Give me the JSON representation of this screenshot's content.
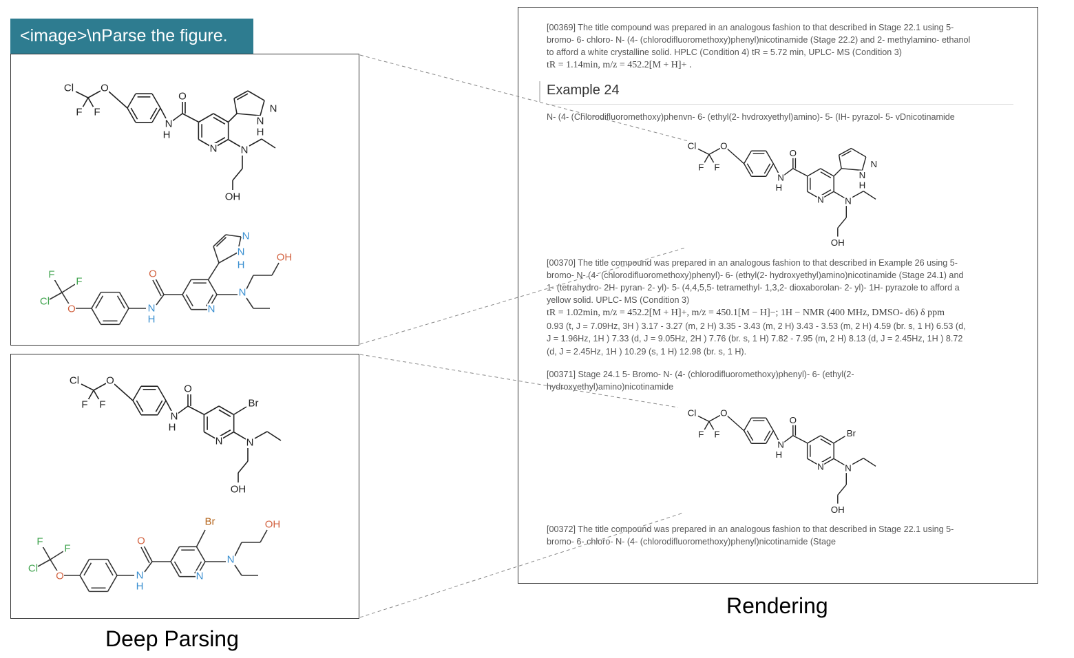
{
  "prompt": "<image>\\nParse the figure.",
  "captions": {
    "left": "Deep Parsing",
    "right": "Rendering"
  },
  "atoms": {
    "cl": "Cl",
    "o": "O",
    "f": "F",
    "n": "N",
    "h": "H",
    "oh": "OH",
    "br": "Br"
  },
  "colors": {
    "prompt_bg": "#2e7c90",
    "nitrogen": "#3a8fd0",
    "oxygen": "#d2613f",
    "halogen_f_cl": "#3fa34d",
    "bromine": "#b5651d",
    "bond": "#222222"
  },
  "document": {
    "p00369": [
      "[00369] The title compound was prepared in an analogous fashion to that described in Stage 22.1 using 5-",
      "bromo- 6- chloro- N- (4- (chlorodifluoromethoxy)phenyl)nicotinamide (Stage 22.2) and 2- methylamino- ethanol",
      "to afford a white crystalline solid. HPLC (Condition 4) tR = 5.72 min, UPLC- MS (Condition 3)",
      "tR = 1.14min, m/z = 452.2[M + H]+ ."
    ],
    "example_title": "Example 24",
    "example_name": "N- (4- (Chlorodifluoromethoxy)phenvn- 6- (ethyl(2- hvdroxyethyl)amino)- 5- (IH- pyrazol- 5- vDnicotinamide",
    "p00370": [
      "[00370] The title compound was prepared in an analogous fashion to that described in Example 26 using 5-",
      "bromo- N- (4- (chlorodifluoromethoxy)phenyl)- 6- (ethyl(2- hydroxyethyl)amino)nicotinamide (Stage 24.1) and",
      "1- (tetrahydro- 2H- pyran- 2- yl)- 5- (4,4,5,5- tetramethyl- 1,3,2- dioxaborolan- 2- yl)- 1H- pyrazole to afford a",
      "yellow solid. UPLC- MS (Condition 3)",
      "tR = 1.02min, m/z = 452.2[M + H]+, m/z = 450.1[M − H]−; 1H − NMR (400 MHz, DMSO- d6) δ ppm",
      "0.93 (t, J = 7.09Hz, 3H ) 3.17 - 3.27 (m, 2 H) 3.35 - 3.43 (m, 2 H) 3.43 - 3.53 (m, 2 H) 4.59 (br. s, 1 H) 6.53 (d,",
      "J = 1.96Hz, 1H ) 7.33 (d, J = 9.05Hz, 2H ) 7.76 (br. s, 1 H) 7.82 - 7.95 (m, 2 H) 8.13 (d, J = 2.45Hz, 1H ) 8.72",
      "(d, J = 2.45Hz, 1H ) 10.29 (s, 1 H) 12.98 (br. s, 1 H)."
    ],
    "p00371": [
      "[00371] Stage 24.1 5- Bromo- N- (4- (chlorodifluoromethoxy)phenyl)- 6- (ethyl(2-",
      "hydroxyethyl)amino)nicotinamide"
    ],
    "p00372": [
      "[00372] The title compound was prepared in an analogous fashion to that described in Stage 22.1 using 5-",
      "bromo- 6- chloro- N- (4- (chlorodifluoromethoxy)phenyl)nicotinamide (Stage"
    ]
  }
}
